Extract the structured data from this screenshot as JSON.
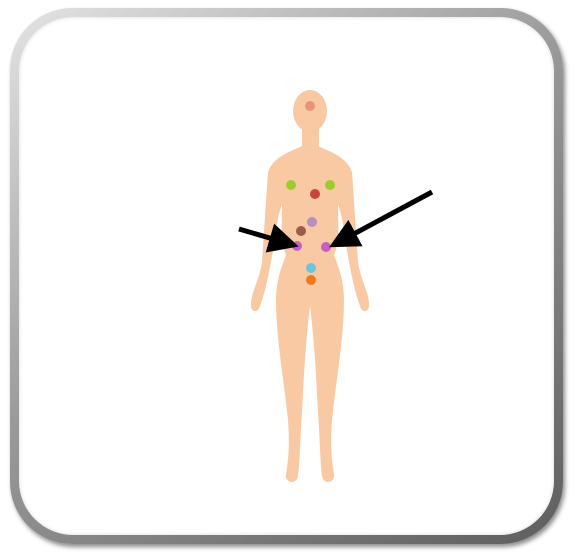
{
  "figure": {
    "body_color": "#f9c9a3",
    "arrow_color": "#000000",
    "frame_color": "#8a8a8a",
    "markers": [
      {
        "name": "head-marker",
        "color": "#e8937a"
      },
      {
        "name": "left-chest-marker",
        "color": "#9ccc2e"
      },
      {
        "name": "right-chest-marker",
        "color": "#9ccc2e"
      },
      {
        "name": "sternum-marker",
        "color": "#c7443f"
      },
      {
        "name": "upper-abdomen-marker",
        "color": "#b48fbf"
      },
      {
        "name": "mid-abdomen-marker",
        "color": "#9e5a4c"
      },
      {
        "name": "left-lower-abdomen-marker",
        "color": "#c85fc0"
      },
      {
        "name": "right-lower-abdomen-marker",
        "color": "#c85fc0"
      },
      {
        "name": "pelvis-marker",
        "color": "#68c6de"
      },
      {
        "name": "groin-marker",
        "color": "#ee7a1d"
      }
    ],
    "arrows": [
      {
        "name": "left-pointer-arrow",
        "target": "left-lower-abdomen-marker"
      },
      {
        "name": "right-pointer-arrow",
        "target": "right-lower-abdomen-marker"
      }
    ]
  }
}
